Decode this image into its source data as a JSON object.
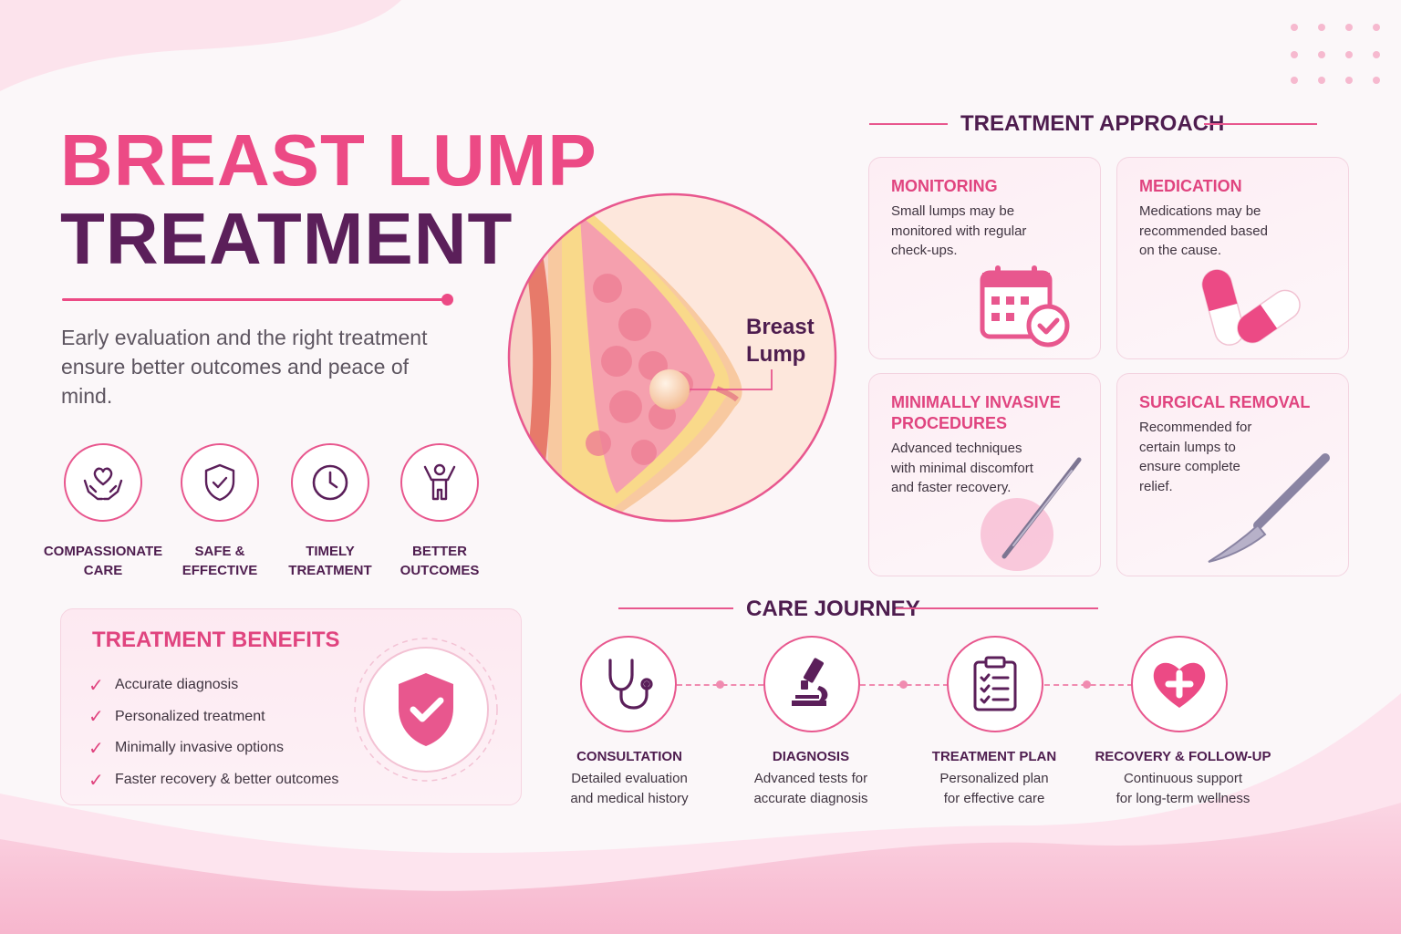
{
  "title": {
    "line1": "BREAST LUMP",
    "line2": "TREATMENT"
  },
  "intro": "Early evaluation and the right treatment ensure better outcomes and peace of mind.",
  "features": [
    {
      "icon": "heart-hands-icon",
      "line1": "COMPASSIONATE",
      "line2": "CARE"
    },
    {
      "icon": "shield-check-icon",
      "line1": "SAFE &",
      "line2": "EFFECTIVE"
    },
    {
      "icon": "clock-icon",
      "line1": "TIMELY",
      "line2": "TREATMENT"
    },
    {
      "icon": "person-cheering-icon",
      "line1": "BETTER",
      "line2": "OUTCOMES"
    }
  ],
  "illustration": {
    "label_line1": "Breast",
    "label_line2": "Lump"
  },
  "benefits": {
    "heading": "TREATMENT BENEFITS",
    "items": [
      "Accurate diagnosis",
      "Personalized treatment",
      "Minimally invasive options",
      "Faster recovery & better outcomes"
    ]
  },
  "approach": {
    "heading": "TREATMENT APPROACH",
    "cards": [
      {
        "title": "MONITORING",
        "lines": [
          "Small lumps may be",
          "monitored with regular",
          "check-ups."
        ],
        "icon": "calendar-check-icon"
      },
      {
        "title": "MEDICATION",
        "lines": [
          "Medications may be",
          "recommended based",
          "on the cause."
        ],
        "icon": "pills-icon"
      },
      {
        "title_line1": "MINIMALLY INVASIVE",
        "title_line2": "PROCEDURES",
        "lines": [
          "Advanced techniques",
          "with minimal discomfort",
          "and faster recovery."
        ],
        "icon": "needle-icon"
      },
      {
        "title": "SURGICAL REMOVAL",
        "lines": [
          "Recommended for",
          "certain lumps to",
          "ensure complete",
          "relief."
        ],
        "icon": "scalpel-icon"
      }
    ]
  },
  "journey": {
    "heading": "CARE JOURNEY",
    "steps": [
      {
        "title": "CONSULTATION",
        "line1": "Detailed evaluation",
        "line2": "and medical history",
        "icon": "stethoscope-icon"
      },
      {
        "title": "DIAGNOSIS",
        "line1": "Advanced tests for",
        "line2": "accurate diagnosis",
        "icon": "microscope-icon"
      },
      {
        "title": "TREATMENT PLAN",
        "line1": "Personalized plan",
        "line2": "for effective care",
        "icon": "clipboard-icon"
      },
      {
        "title": "RECOVERY & FOLLOW-UP",
        "line1": "Continuous support",
        "line2": "for long-term wellness",
        "icon": "heart-plus-icon"
      }
    ]
  },
  "colors": {
    "pink": "#ec4a85",
    "plum": "#5b1f5a",
    "light_pink": "#fde9f1"
  }
}
